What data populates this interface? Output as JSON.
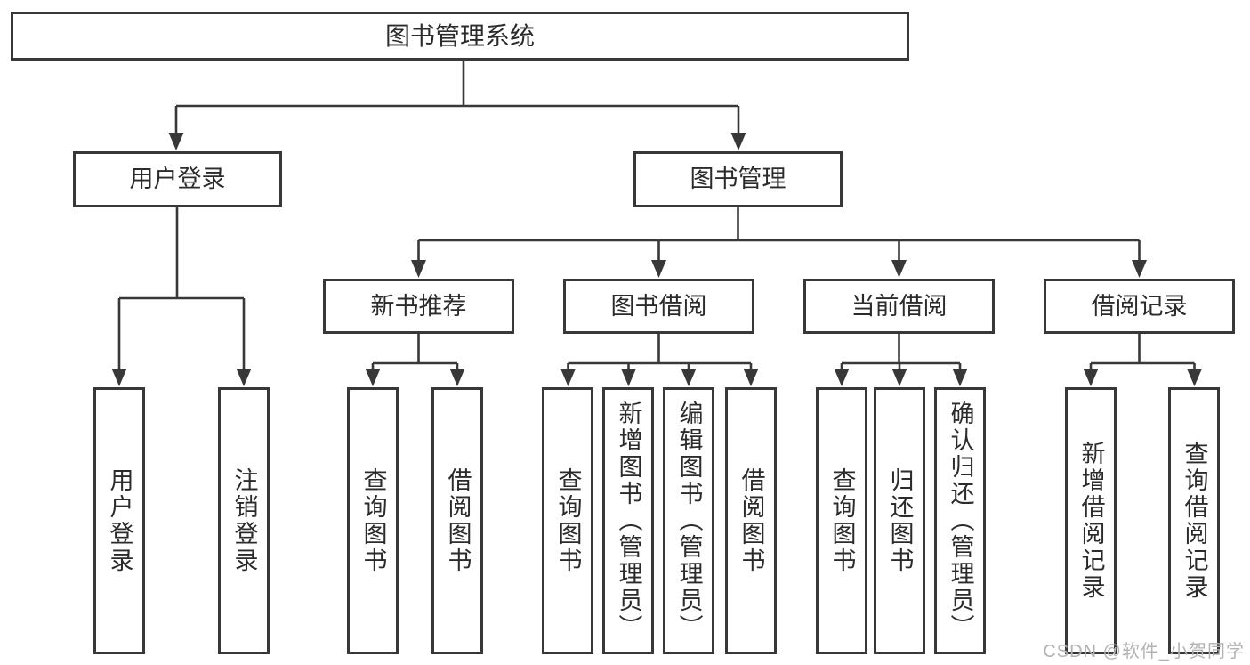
{
  "diagram_title": "图书管理系统",
  "tree": {
    "label": "图书管理系统",
    "children": [
      {
        "label": "用户登录",
        "children": [
          {
            "label": "用户登录"
          },
          {
            "label": "注销登录"
          }
        ]
      },
      {
        "label": "图书管理",
        "children": [
          {
            "label": "新书推荐",
            "children": [
              {
                "label": "查询图书"
              },
              {
                "label": "借阅图书"
              }
            ]
          },
          {
            "label": "图书借阅",
            "children": [
              {
                "label": "查询图书"
              },
              {
                "label": "新增图书（管理员）"
              },
              {
                "label": "编辑图书（管理员）"
              },
              {
                "label": "借阅图书"
              }
            ]
          },
          {
            "label": "当前借阅",
            "children": [
              {
                "label": "查询图书"
              },
              {
                "label": "归还图书"
              },
              {
                "label": "确认归还（管理员）"
              }
            ]
          },
          {
            "label": "借阅记录",
            "children": [
              {
                "label": "新增借阅记录"
              },
              {
                "label": "查询借阅记录"
              }
            ]
          }
        ]
      }
    ]
  },
  "watermark": "CSDN @软件_小贺同学",
  "colors": {
    "line": "#383838",
    "text": "#2b2b2b",
    "background": "#ffffff",
    "watermark": "#b3b3b3"
  }
}
